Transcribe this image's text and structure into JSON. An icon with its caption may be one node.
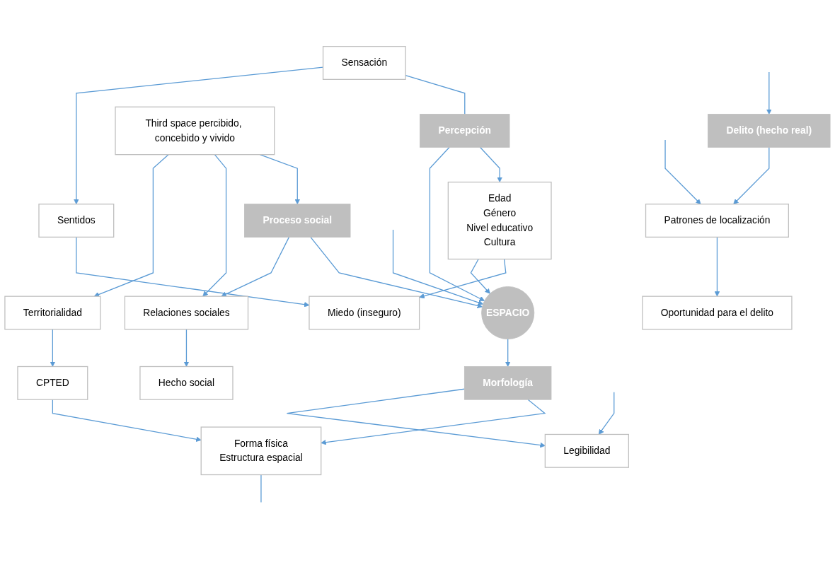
{
  "diagram": {
    "nodes": [
      {
        "text": [
          "Sensación"
        ]
      },
      {
        "text": [
          "Percepción"
        ]
      },
      {
        "text": [
          "Edad",
          "Género",
          "Nivel educativo",
          "Cultura"
        ]
      },
      {
        "text": [
          "Sentidos"
        ]
      },
      {
        "text": [
          "Miedo (inseguro)"
        ]
      },
      {
        "text": [
          "Proceso social"
        ]
      },
      {
        "text": [
          "ESPACIO"
        ]
      },
      {
        "text": [
          "Third space percibido, concebido y vivido"
        ]
      },
      {
        "text": [
          "Relaciones sociales"
        ]
      },
      {
        "text": [
          "Delito (hecho real)"
        ]
      },
      {
        "text": [
          "Territorialidad"
        ]
      },
      {
        "text": [
          "Hecho social"
        ]
      },
      {
        "text": [
          "Patrones de localización"
        ]
      },
      {
        "text": [
          "Morfología"
        ]
      },
      {
        "text": [
          "Oportunidad para el delito"
        ]
      },
      {
        "text": [
          "CPTED"
        ]
      },
      {
        "text": [
          "Forma física",
          "Estructura espacial"
        ]
      },
      {
        "text": [
          "Legibilidad"
        ]
      }
    ],
    "edges": [
      {
        "from": 0,
        "to": 1,
        "arrow": "none"
      },
      {
        "from": 0,
        "to": 3,
        "arrow": "to"
      },
      {
        "from": 3,
        "to": 4,
        "arrow": "to"
      },
      {
        "from": 1,
        "to": 2,
        "arrow": "to"
      },
      {
        "from": 1,
        "to": 6,
        "arrow": "to"
      },
      {
        "from": 2,
        "to": 4,
        "arrow": "to"
      },
      {
        "from": 2,
        "to": 6,
        "arrow": "to"
      },
      {
        "from": 5,
        "to": 6,
        "arrow": "to"
      },
      {
        "from": 5,
        "to": 8,
        "arrow": "to"
      },
      {
        "from": 7,
        "to": 5,
        "arrow": "to"
      },
      {
        "from": 7,
        "to": 8,
        "arrow": "to"
      },
      {
        "from": 7,
        "to": 10,
        "arrow": "to"
      },
      {
        "from": 8,
        "to": 11,
        "arrow": "to"
      },
      {
        "from": null,
        "to": 6,
        "arrow": "to"
      },
      {
        "from": null,
        "to": 9,
        "arrow": "to"
      },
      {
        "from": null,
        "to": 12,
        "arrow": "to"
      },
      {
        "from": null,
        "to": 17,
        "arrow": "to"
      },
      {
        "from": 9,
        "to": 12,
        "arrow": "to"
      },
      {
        "from": 12,
        "to": 14,
        "arrow": "to"
      },
      {
        "from": 6,
        "to": 13,
        "arrow": "to"
      },
      {
        "from": 13,
        "to": 16,
        "arrow": "to"
      },
      {
        "from": 13,
        "to": 17,
        "arrow": "to"
      },
      {
        "from": 10,
        "to": 15,
        "arrow": "to"
      },
      {
        "from": 15,
        "to": 16,
        "arrow": "to"
      },
      {
        "from": 16,
        "to": null,
        "arrow": "none"
      }
    ]
  }
}
